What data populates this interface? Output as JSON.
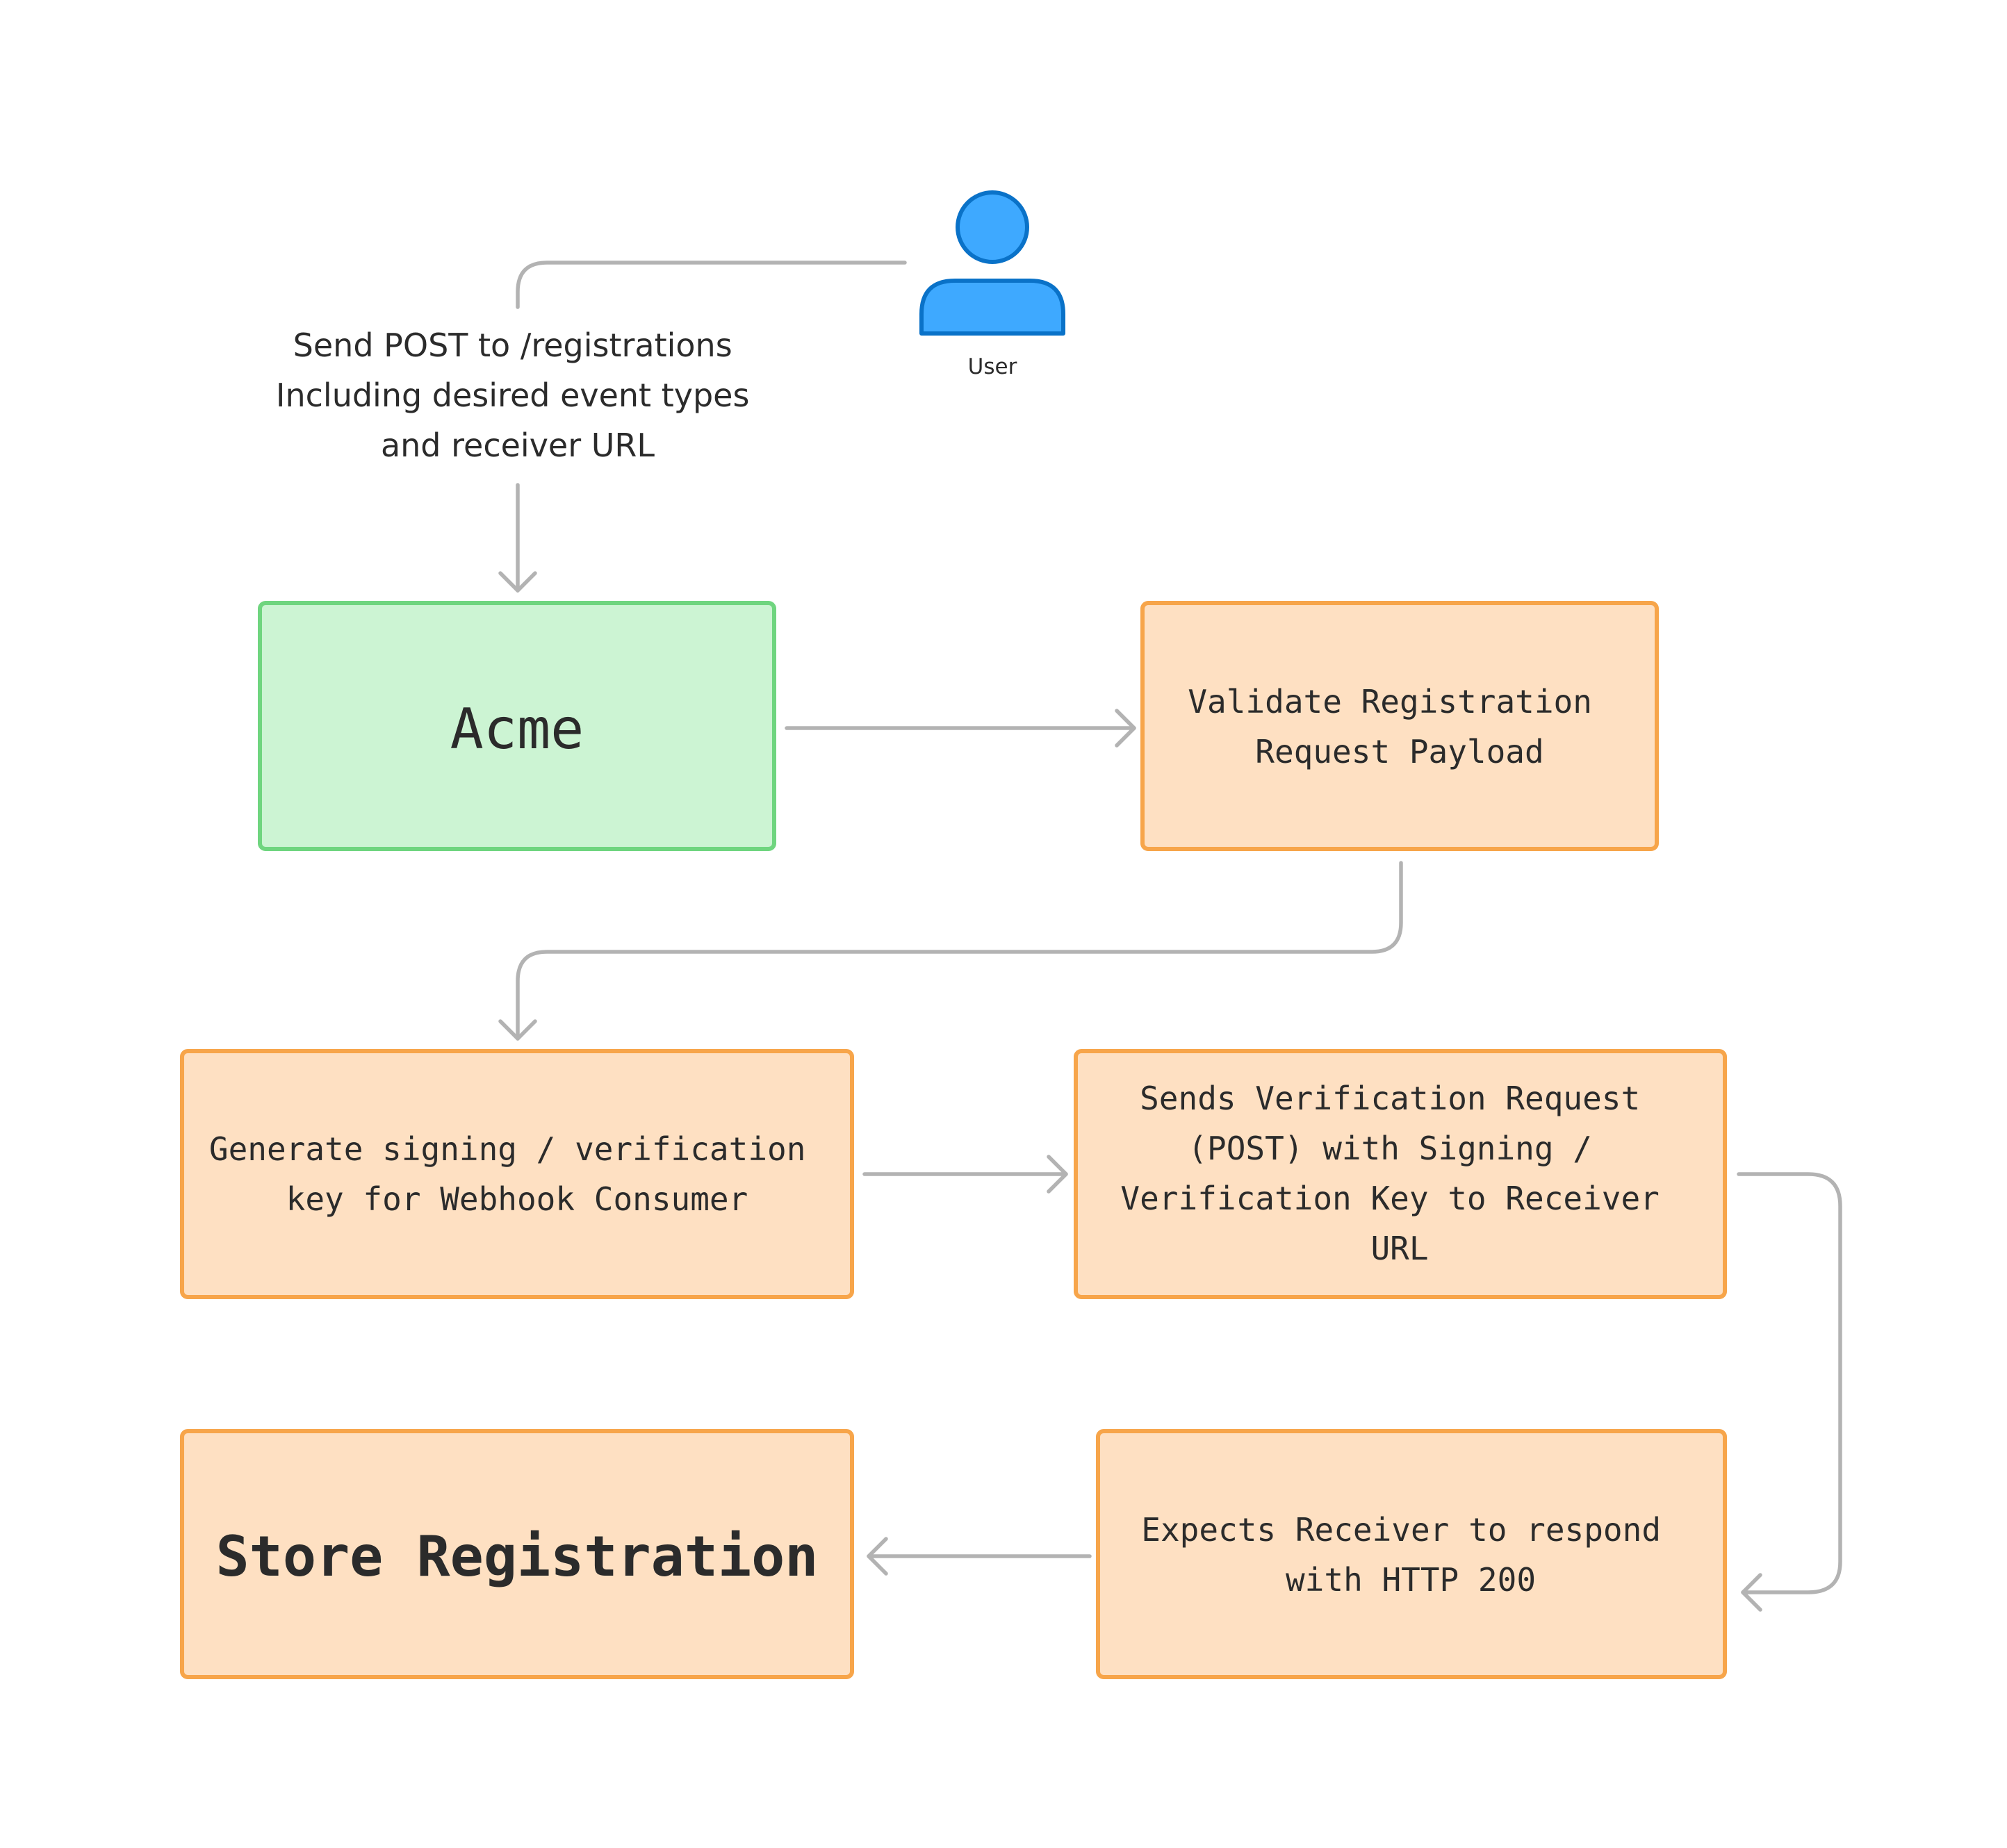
{
  "colors": {
    "background": "#ffffff",
    "connector": "#b3b3b3",
    "text": "#2b2b2b",
    "acme_fill": "#ccf4d3",
    "acme_border": "#6fd57f",
    "step_fill": "#fee0c2",
    "step_border": "#f7a54a",
    "user_fill": "#3ea9ff",
    "user_border": "#0a72c8"
  },
  "actor": {
    "icon": "user-icon",
    "label": "User"
  },
  "request_label": {
    "lines": [
      "Send POST to /registrations",
      "Including desired event types",
      "and receiver URL"
    ]
  },
  "nodes": {
    "acme": {
      "lines": [
        "Acme"
      ]
    },
    "validate": {
      "lines": [
        "Validate Registration",
        "Request Payload"
      ]
    },
    "generate": {
      "lines": [
        "Generate signing / verification",
        "key for Webhook Consumer"
      ]
    },
    "sends": {
      "lines": [
        "Sends Verification Request",
        "(POST) with Signing /",
        "Verification Key to Receiver",
        "URL"
      ]
    },
    "expects": {
      "lines": [
        "Expects Receiver to respond",
        "with HTTP 200"
      ]
    },
    "store": {
      "lines": [
        "Store Registration"
      ]
    }
  }
}
